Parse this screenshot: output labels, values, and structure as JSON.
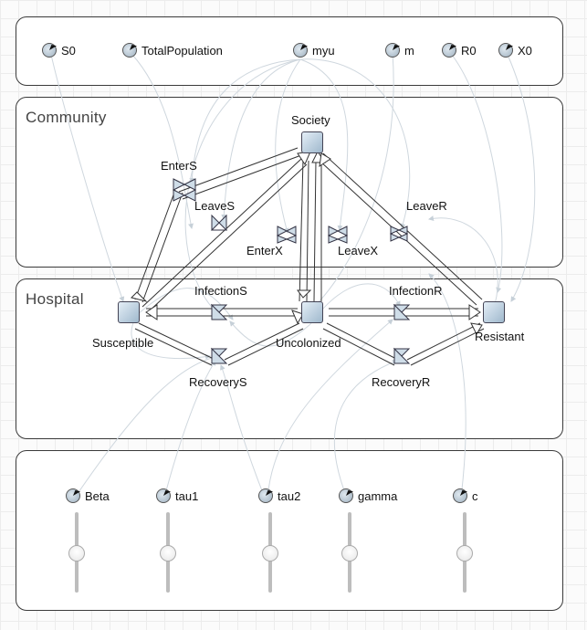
{
  "top_params": [
    {
      "id": "S0",
      "label": "S0"
    },
    {
      "id": "TotalPopulation",
      "label": "TotalPopulation"
    },
    {
      "id": "myu",
      "label": "myu"
    },
    {
      "id": "m",
      "label": "m"
    },
    {
      "id": "R0",
      "label": "R0"
    },
    {
      "id": "X0",
      "label": "X0"
    }
  ],
  "panels": {
    "community": "Community",
    "hospital": "Hospital"
  },
  "stocks": {
    "society": "Society",
    "susceptible": "Susceptible",
    "uncolonized": "Uncolonized",
    "resistant": "Resistant"
  },
  "flows": {
    "enter_s": "EnterS",
    "leave_s": "LeaveS",
    "enter_x": "EnterX",
    "leave_x": "LeaveX",
    "leave_r": "LeaveR",
    "infection_s": "InfectionS",
    "infection_r": "InfectionR",
    "recovery_s": "RecoveryS",
    "recovery_r": "RecoveryR"
  },
  "sliders": [
    {
      "id": "beta",
      "label": "Beta"
    },
    {
      "id": "tau1",
      "label": "tau1"
    },
    {
      "id": "tau2",
      "label": "tau2"
    },
    {
      "id": "gamma",
      "label": "gamma"
    },
    {
      "id": "c",
      "label": "c"
    }
  ],
  "colors": {
    "stock_fill": "#b9cddd",
    "link": "#c6d0d8",
    "pipe": "#333333"
  }
}
